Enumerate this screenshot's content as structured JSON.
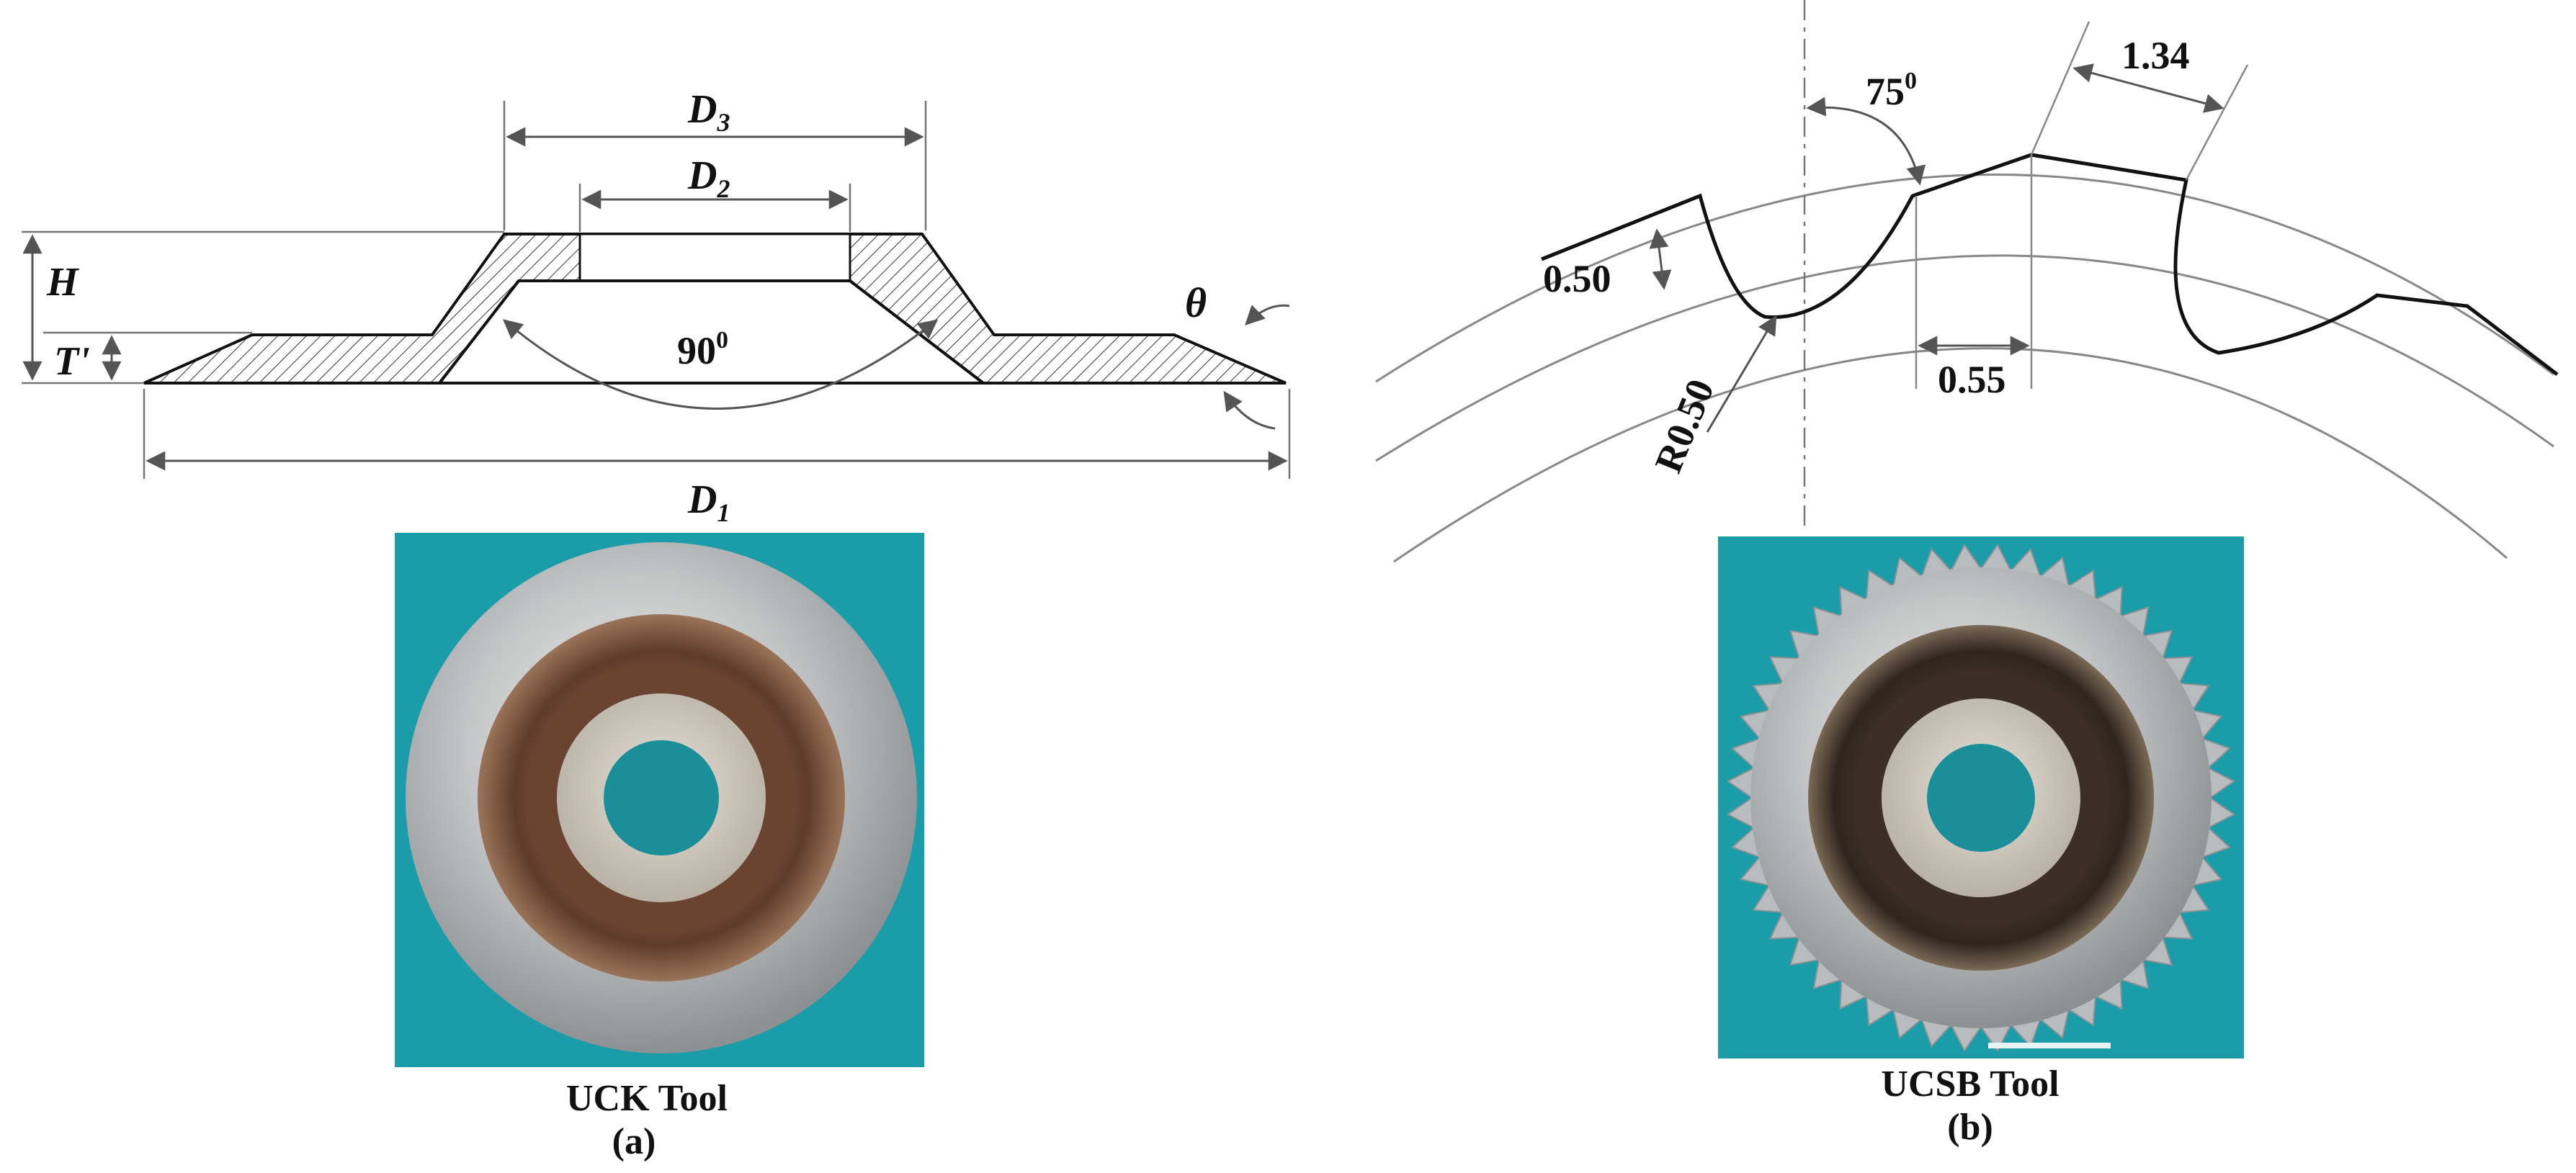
{
  "panel_a": {
    "labels": {
      "d3": "D",
      "d3_sub": "3",
      "d2": "D",
      "d2_sub": "2",
      "d1": "D",
      "d1_sub": "1",
      "h": "H",
      "t": "T'",
      "angle": "90",
      "angle_sup": "0",
      "theta": "θ"
    },
    "photo_title": "UCK Tool",
    "caption": "(a)"
  },
  "panel_b": {
    "labels": {
      "angle": "75",
      "angle_sup": "0",
      "pitch": "1.34",
      "depth": "0.50",
      "land": "0.55",
      "radius": "R0.50"
    },
    "photo_title": "UCSB Tool",
    "caption": "(b)"
  },
  "colors": {
    "photo_background": "#1a9da8",
    "steel": "#c9cbcc",
    "bronze_ring": "#6e4a35",
    "dark_bore": "#3a2b22"
  }
}
